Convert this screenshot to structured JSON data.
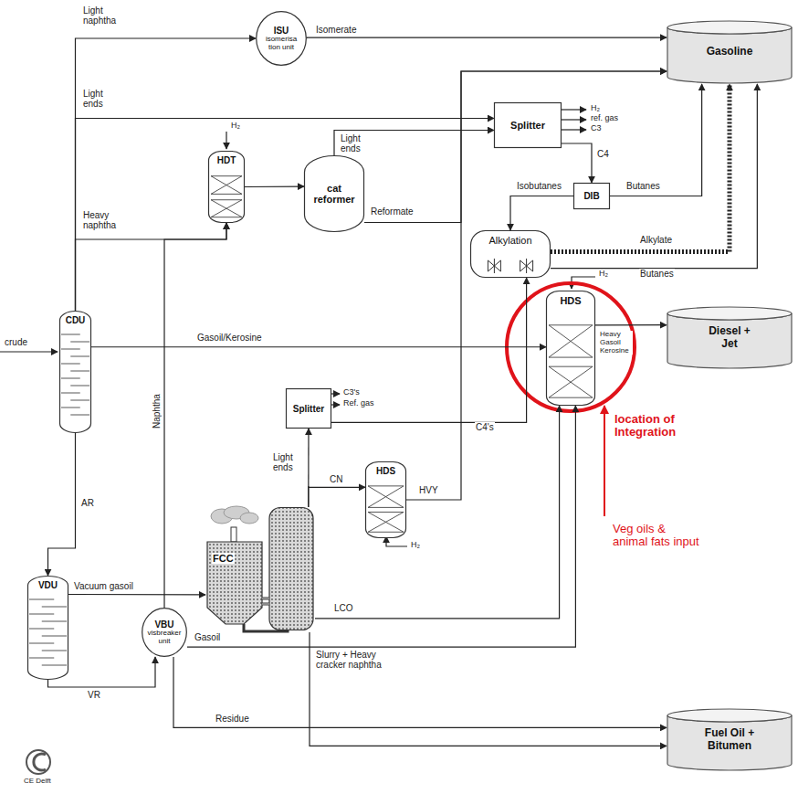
{
  "diagram": {
    "nodes": [
      {
        "text": [
          "ISU",
          "isomerisa tion unit"
        ]
      },
      {
        "text": [
          "Gasoline"
        ]
      },
      {
        "text": [
          "Splitter"
        ]
      },
      {
        "text": [
          "HDT"
        ]
      },
      {
        "text": [
          "cat reformer"
        ]
      },
      {
        "text": [
          "DIB"
        ]
      },
      {
        "text": [
          "Alkylation"
        ]
      },
      {
        "text": [
          "CDU"
        ]
      },
      {
        "text": [
          "HDS"
        ]
      },
      {
        "text": [
          "Diesel + Jet"
        ]
      },
      {
        "text": [
          "Splitter"
        ]
      },
      {
        "text": [
          "HDS"
        ]
      },
      {
        "text": [
          "FCC"
        ]
      },
      {
        "text": [
          "VDU"
        ]
      },
      {
        "text": [
          "VBU",
          "visbreaker unit"
        ]
      },
      {
        "text": [
          "Fuel Oil + Bitumen"
        ]
      }
    ],
    "edges": [
      {
        "from": 7,
        "to": 0,
        "arrow": "to",
        "label": "Light naphtha"
      },
      {
        "from": 0,
        "to": 1,
        "arrow": "to",
        "label": "Isomerate"
      },
      {
        "from": 7,
        "to": 2,
        "arrow": "to",
        "label": "Light ends"
      },
      {
        "from": 7,
        "to": 3,
        "arrow": "to",
        "label": "Heavy naphtha"
      },
      {
        "from": 3,
        "to": 4,
        "arrow": "to"
      },
      {
        "from": 4,
        "to": 2,
        "arrow": "to",
        "label": "Light ends"
      },
      {
        "from": 4,
        "to": 1,
        "arrow": "to",
        "label": "Reformate"
      },
      {
        "from": 2,
        "to": 5,
        "arrow": "to",
        "label": "C4"
      },
      {
        "from": 5,
        "to": 6,
        "arrow": "to",
        "label": "Isobutanes"
      },
      {
        "from": 5,
        "to": 1,
        "arrow": "to",
        "label": "Butanes"
      },
      {
        "from": 6,
        "to": 1,
        "arrow": "to",
        "label": "Alkylate"
      },
      {
        "from": 6,
        "to": 1,
        "arrow": "to",
        "label": "Butanes"
      },
      {
        "from": 7,
        "to": 8,
        "arrow": "to",
        "label": "Gasoil/Kerosine"
      },
      {
        "from": 8,
        "to": 9,
        "arrow": "to"
      },
      {
        "from": 10,
        "to": 6,
        "arrow": "to",
        "label": "C4's"
      },
      {
        "from": 12,
        "to": 10,
        "arrow": "to",
        "label": "Light ends"
      },
      {
        "from": 12,
        "to": 11,
        "arrow": "to",
        "label": "CN"
      },
      {
        "from": 11,
        "to": 1,
        "arrow": "to",
        "label": "HVY"
      },
      {
        "from": 12,
        "to": 8,
        "arrow": "to",
        "label": "LCO"
      },
      {
        "from": 7,
        "to": 13,
        "arrow": "to",
        "label": "AR"
      },
      {
        "from": 13,
        "to": 12,
        "arrow": "to",
        "label": "Vacuum gasoil"
      },
      {
        "from": 13,
        "to": 14,
        "arrow": "to",
        "label": "VR"
      },
      {
        "from": 14,
        "to": 3,
        "arrow": "to",
        "label": "Naphtha"
      },
      {
        "from": 14,
        "to": 8,
        "arrow": "to",
        "label": "Gasoil"
      },
      {
        "from": 14,
        "to": 15,
        "arrow": "to",
        "label": "Residue"
      },
      {
        "from": 12,
        "to": 15,
        "arrow": "to",
        "label": "Slurry + Heavy cracker naphtha"
      }
    ],
    "labels": [
      "H₂",
      "ref. gas",
      "C3",
      "H₂",
      "H₂",
      "C3's",
      "Ref. gas",
      "H₂",
      "Heavy Gasoil Kerosine",
      "location of Integration",
      "Veg oils & animal fats input",
      "crude",
      "CE Delft"
    ]
  }
}
